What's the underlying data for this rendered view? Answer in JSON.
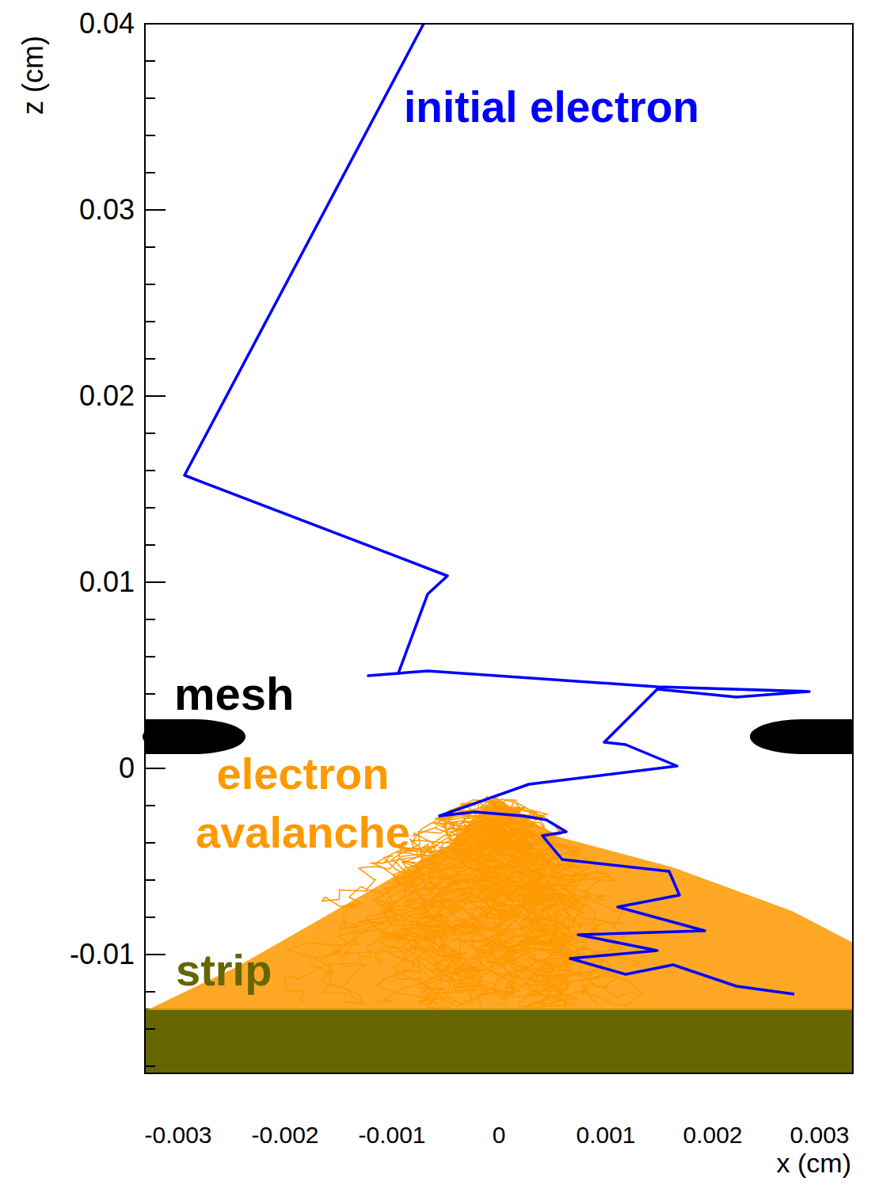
{
  "diagram": {
    "labels": [
      "z (cm)",
      "0.04",
      "0.03",
      "0.02",
      "0.01",
      "0",
      "-0.01",
      "initial electron",
      "mesh",
      "electron avalanche",
      "strip",
      "-0.003",
      "-0.002",
      "-0.001",
      "0",
      "0.001",
      "0.002",
      "0.003",
      "x (cm)"
    ]
  }
}
